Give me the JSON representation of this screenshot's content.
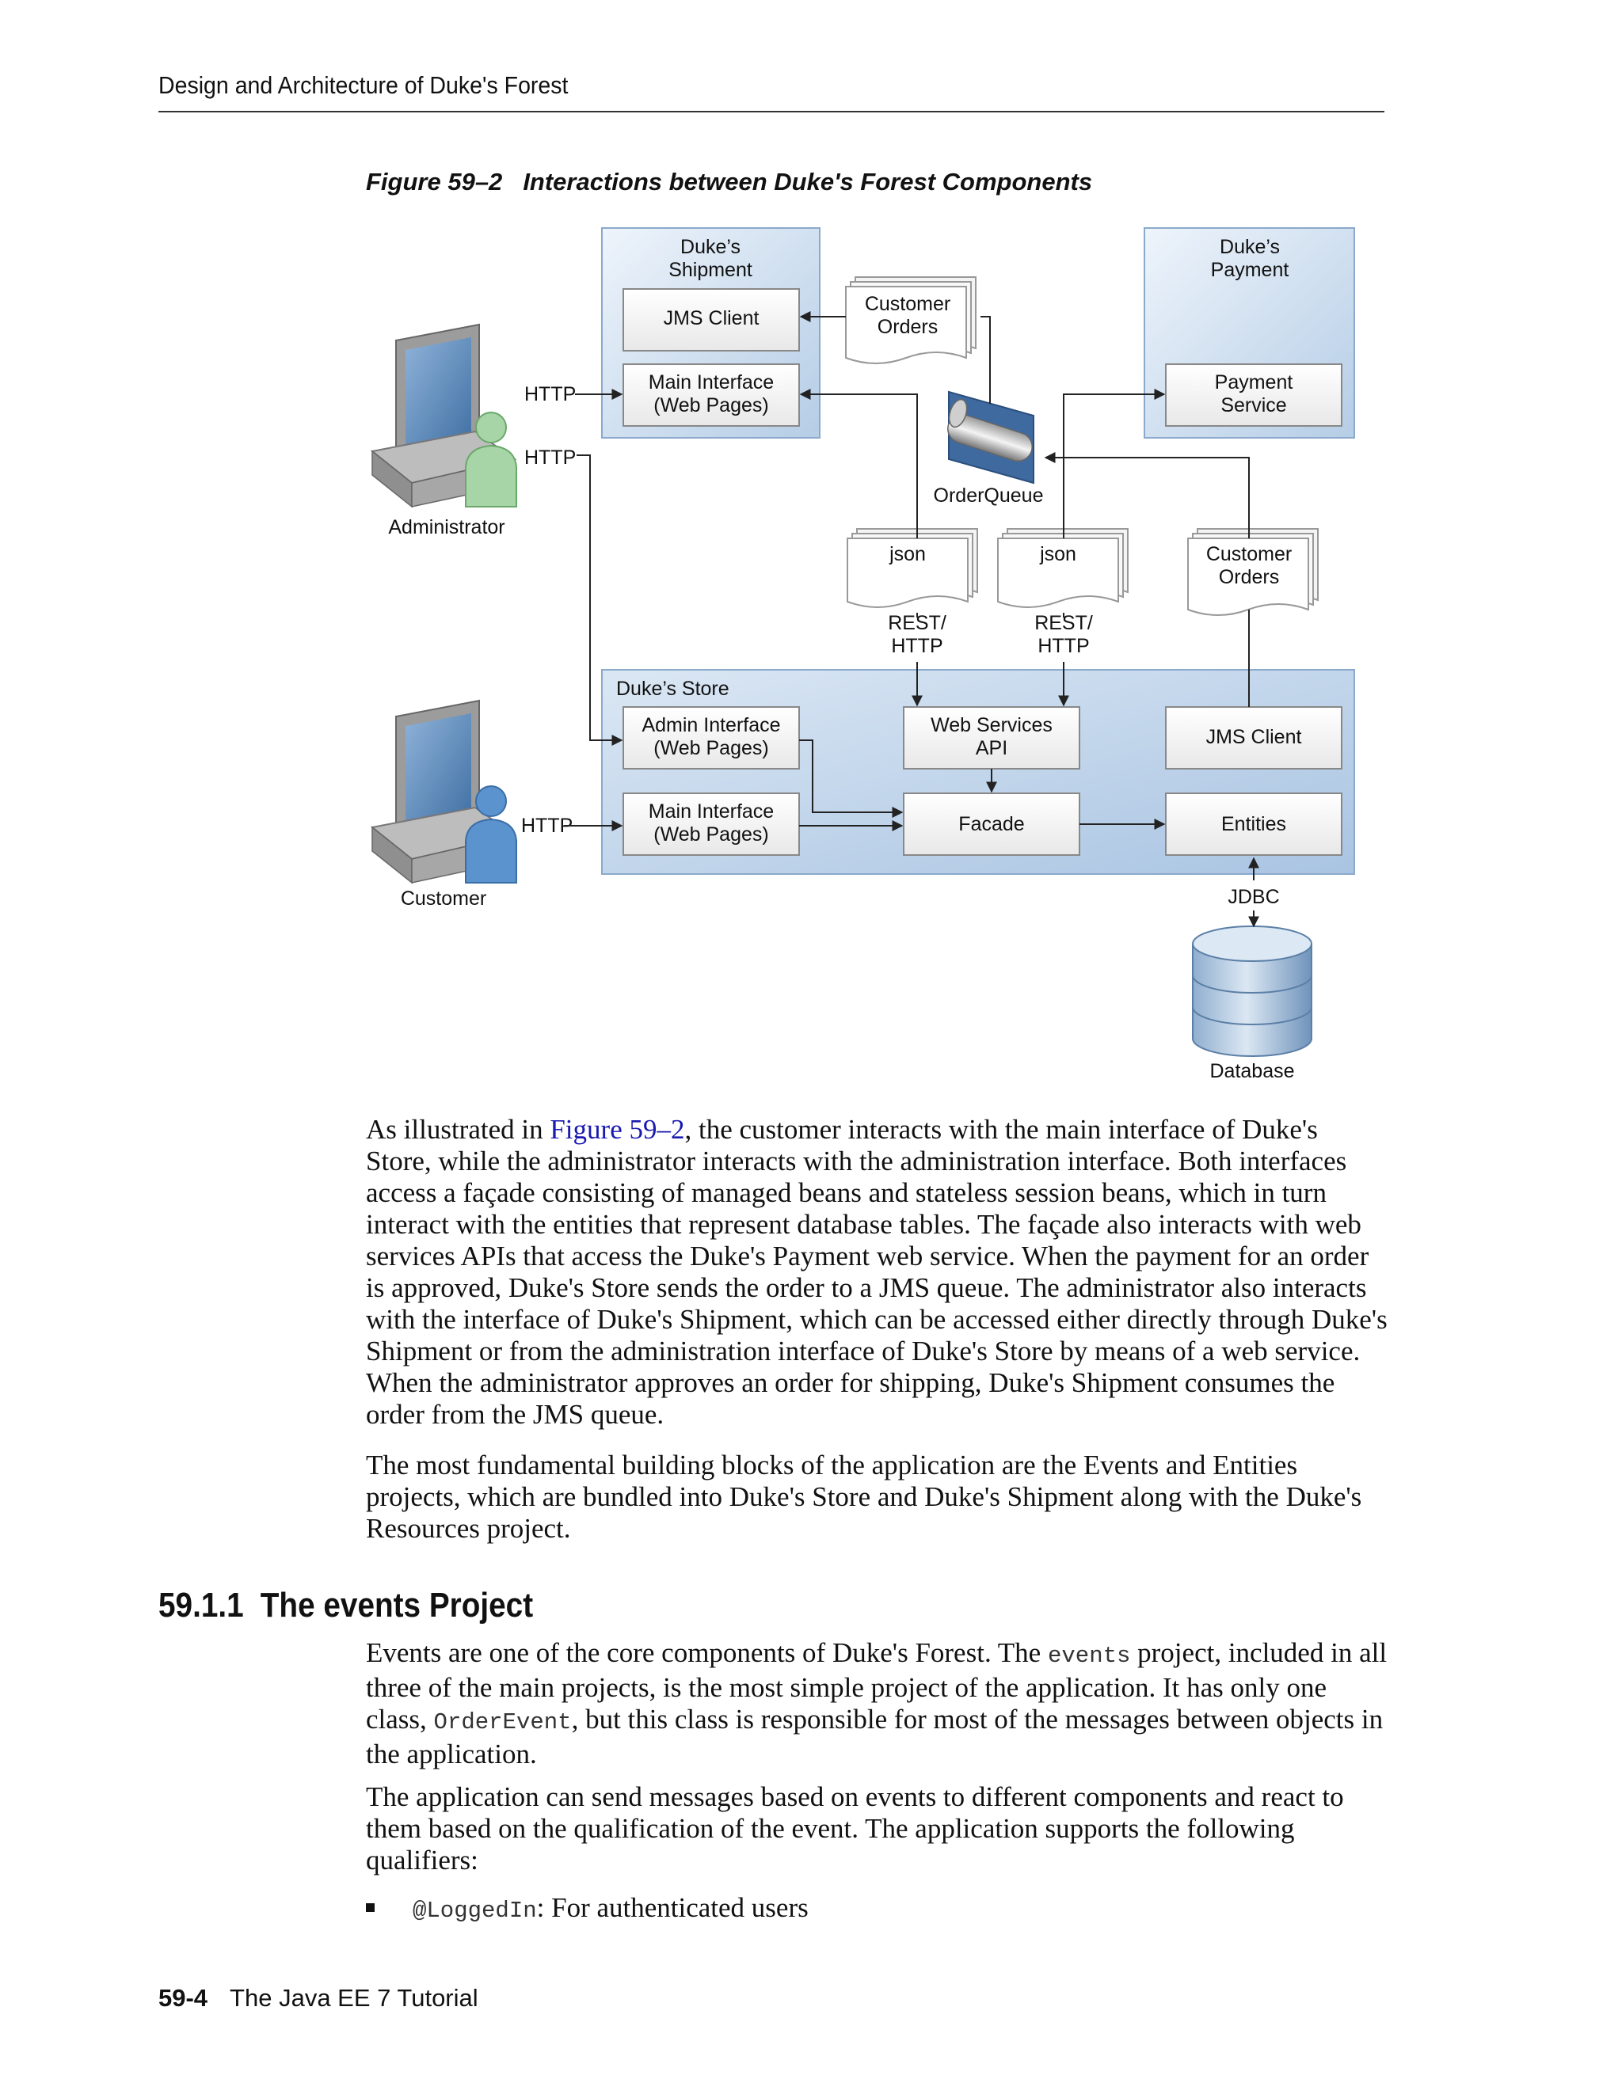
{
  "header": {
    "title": "Design and Architecture of Duke's Forest"
  },
  "figure": {
    "label": "Figure 59–2",
    "title": "Interactions between Duke's Forest Components",
    "diagram": {
      "shipment_title_1": "Duke’s",
      "shipment_title_2": "Shipment",
      "payment_title_1": "Duke’s",
      "payment_title_2": "Payment",
      "shipment_jms_client": "JMS Client",
      "shipment_main_1": "Main Interface",
      "shipment_main_2": "(Web Pages)",
      "customer_orders_top_1": "Customer",
      "customer_orders_top_2": "Orders",
      "payment_service_1": "Payment",
      "payment_service_2": "Service",
      "http_admin_1": "HTTP",
      "http_admin_2": "HTTP",
      "order_queue": "OrderQueue",
      "administrator": "Administrator",
      "json_1": "json",
      "json_2": "json",
      "customer_orders_right_1": "Customer",
      "customer_orders_right_2": "Orders",
      "rest_1a": "REST/",
      "rest_1b": "HTTP",
      "rest_2a": "REST/",
      "rest_2b": "HTTP",
      "store_title": "Duke’s Store",
      "admin_interface_1": "Admin Interface",
      "admin_interface_2": "(Web Pages)",
      "web_services_1": "Web Services",
      "web_services_2": "API",
      "store_jms_client": "JMS Client",
      "store_main_1": "Main Interface",
      "store_main_2": "(Web Pages)",
      "facade": "Facade",
      "entities": "Entities",
      "http_customer": "HTTP",
      "customer": "Customer",
      "jdbc": "JDBC",
      "database": "Database"
    }
  },
  "paragraphs": {
    "p1_before": "As illustrated in ",
    "p1_link": "Figure 59–2",
    "p1_after": ", the customer interacts with the main interface of Duke's Store, while the administrator interacts with the administration interface. Both interfaces access a façade consisting of managed beans and stateless session beans, which in turn interact with the entities that represent database tables. The façade also interacts with web services APIs that access the Duke's Payment web service. When the payment for an order is approved, Duke's Store sends the order to a JMS queue. The administrator also interacts with the interface of Duke's Shipment, which can be accessed either directly through Duke's Shipment or from the administration interface of Duke's Store by means of a web service. When the administrator approves an order for shipping, Duke's Shipment consumes the order from the JMS queue.",
    "p2": "The most fundamental building blocks of the application are the Events and Entities projects, which are bundled into Duke's Store and Duke's Shipment along with the Duke's Resources project.",
    "p3_a": "Events are one of the core components of Duke's Forest. The ",
    "p3_code1": "events",
    "p3_b": " project, included in all three of the main projects, is the most simple project of the application. It has only one class, ",
    "p3_code2": "OrderEvent",
    "p3_c": ", but this class is responsible for most of the messages between objects in the application.",
    "p4": "The application can send messages based on events to different components and react to them based on the qualification of the event. The application supports the following qualifiers:"
  },
  "section": {
    "number": "59.1.1",
    "title": "The events Project"
  },
  "bullets": [
    {
      "code": "@LoggedIn",
      "text": ": For authenticated users"
    }
  ],
  "footer": {
    "page": "59-4",
    "book": "The Java EE 7 Tutorial"
  }
}
